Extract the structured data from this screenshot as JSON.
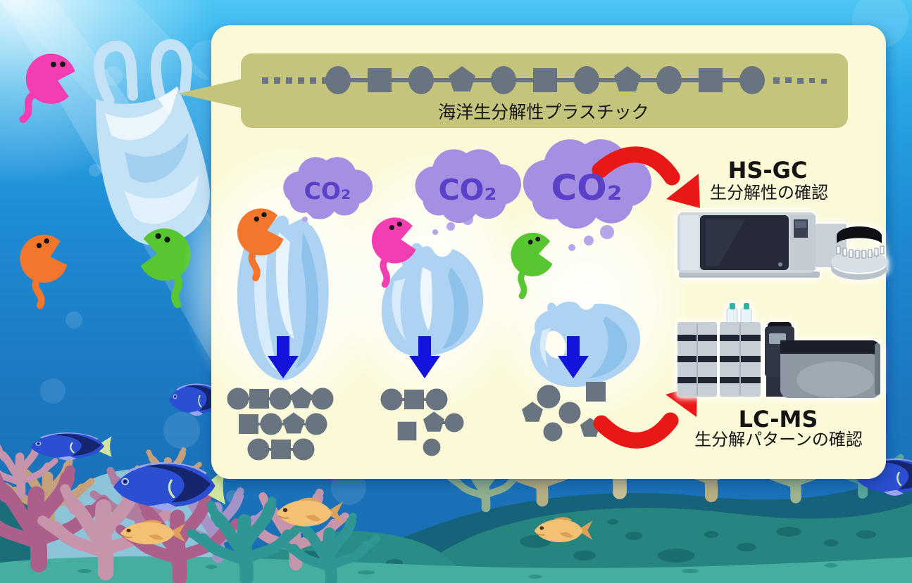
{
  "banner": {
    "label": "海洋生分解性プラスチック"
  },
  "polymer_chain": [
    "circle",
    "square",
    "circle",
    "pentagon",
    "circle",
    "square",
    "circle",
    "pentagon",
    "circle",
    "square",
    "circle"
  ],
  "co2_labels": [
    "CO₂",
    "CO₂",
    "CO₂"
  ],
  "stages": [
    {
      "microbe": "orange-microbe",
      "plastic": "large-plastic-piece"
    },
    {
      "microbe": "pink-microbe",
      "plastic": "medium-plastic-piece"
    },
    {
      "microbe": "green-microbe",
      "plastic": "small-plastic-pieces"
    }
  ],
  "instruments": {
    "hsgc": {
      "title": "HS-GC",
      "caption": "生分解性の確認"
    },
    "lcms": {
      "title": "LC-MS",
      "caption": "生分解パターンの確認"
    }
  },
  "colors": {
    "water_top": "#4cc5f4",
    "water_deep": "#1a6cb2",
    "panel_bg": "#fcf9d8",
    "banner_bg": "#c5c47c",
    "polymer_gray": "#68747f",
    "co2_cloud": "#a58fe2",
    "co2_text": "#5b40c8",
    "microbe_orange": "#f2762b",
    "microbe_pink": "#f33eb2",
    "microbe_green": "#57c631",
    "plastic_blue": "#aed3f2",
    "arrow_blue": "#1313dc",
    "arrow_red": "#ea1717",
    "tang_blue": "#2b4ed2",
    "seabed_teal": "#27857f"
  }
}
